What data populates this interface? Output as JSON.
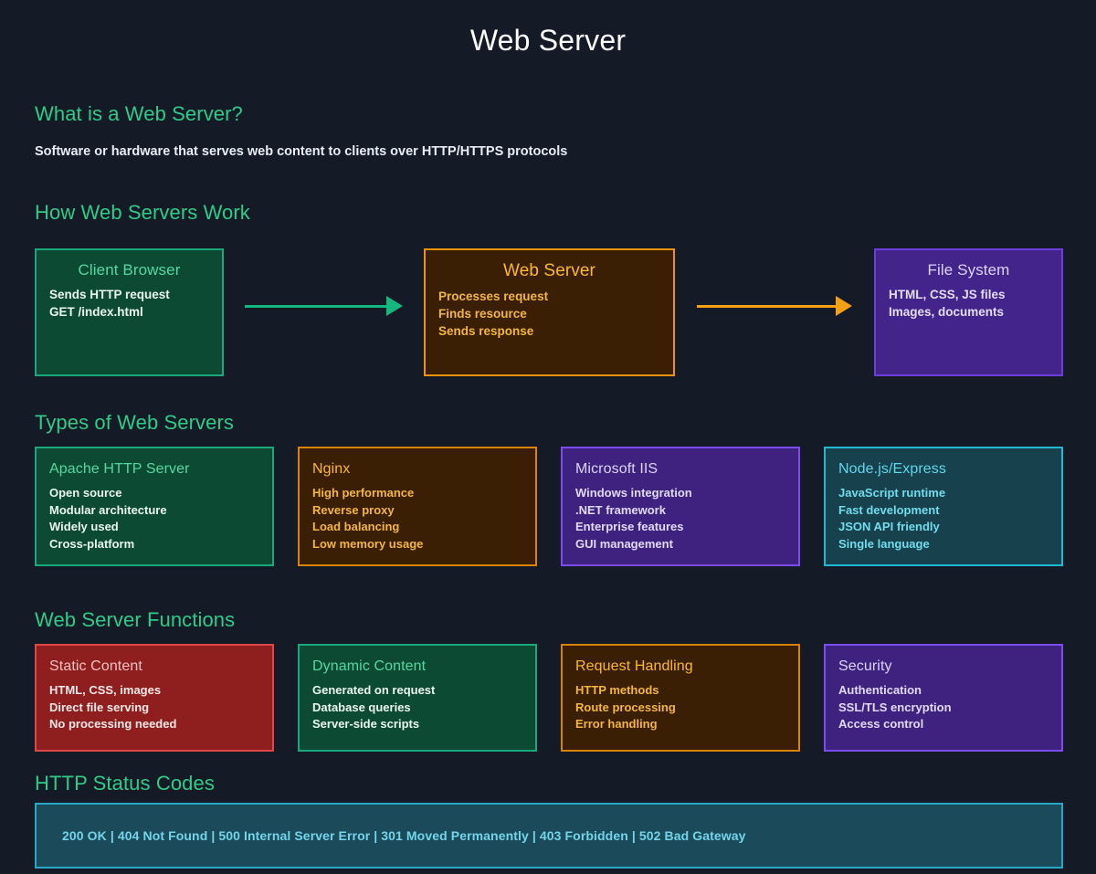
{
  "page": {
    "title": "Web Server",
    "background_color": "#141b27",
    "heading_color": "#2ecc87"
  },
  "intro": {
    "heading": "What is a Web Server?",
    "text": "Software or hardware that serves web content to clients over HTTP/HTTPS protocols"
  },
  "flow": {
    "heading": "How Web Servers Work",
    "boxes": [
      {
        "title": "Client Browser",
        "lines": [
          "Sends HTTP request",
          "GET /index.html"
        ],
        "fill": "#0d4a33",
        "border": "#1aa87a"
      },
      {
        "title": "Web Server",
        "lines": [
          "Processes request",
          "Finds resource",
          "Sends response"
        ],
        "fill": "#3a1f05",
        "border": "#f0930a"
      },
      {
        "title": "File System",
        "lines": [
          "HTML, CSS, JS files",
          "Images, documents"
        ],
        "fill": "#42248a",
        "border": "#6d3ddd"
      }
    ],
    "arrows": [
      {
        "name": "arrow-browser-to-server",
        "color": "#14b87f"
      },
      {
        "name": "arrow-server-to-filesystem",
        "color": "#f5a012"
      }
    ]
  },
  "types": {
    "heading": "Types of Web Servers",
    "cards": [
      {
        "title": "Apache HTTP Server",
        "lines": [
          "Open source",
          "Modular architecture",
          "Widely used",
          "Cross-platform"
        ],
        "fill": "#0d4a33",
        "border": "#1aa87a"
      },
      {
        "title": "Nginx",
        "lines": [
          "High performance",
          "Reverse proxy",
          "Load balancing",
          "Low memory usage"
        ],
        "fill": "#3a1f05",
        "border": "#d9830b"
      },
      {
        "title": "Microsoft IIS",
        "lines": [
          "Windows integration",
          ".NET framework",
          "Enterprise features",
          "GUI management"
        ],
        "fill": "#3f2180",
        "border": "#7b4cf0"
      },
      {
        "title": "Node.js/Express",
        "lines": [
          "JavaScript runtime",
          "Fast development",
          "JSON API friendly",
          "Single language"
        ],
        "fill": "#16414d",
        "border": "#22b8d4"
      }
    ]
  },
  "functions": {
    "heading": "Web Server Functions",
    "cards": [
      {
        "title": "Static Content",
        "lines": [
          "HTML, CSS, images",
          "Direct file serving",
          "No processing needed"
        ],
        "fill": "#8f1f1f",
        "border": "#e04747"
      },
      {
        "title": "Dynamic Content",
        "lines": [
          "Generated on request",
          "Database queries",
          "Server-side scripts"
        ],
        "fill": "#0d4a33",
        "border": "#1aa87a"
      },
      {
        "title": "Request Handling",
        "lines": [
          "HTTP methods",
          "Route processing",
          "Error handling"
        ],
        "fill": "#3a1f05",
        "border": "#d9830b"
      },
      {
        "title": "Security",
        "lines": [
          "Authentication",
          "SSL/TLS encryption",
          "Access control"
        ],
        "fill": "#3f2180",
        "border": "#7b4cf0"
      }
    ]
  },
  "status_codes": {
    "heading": "HTTP Status Codes",
    "text": "200 OK | 404 Not Found | 500 Internal Server Error | 301 Moved Permanently | 403 Forbidden | 502 Bad Gateway",
    "fill": "#1b4a5a",
    "border": "#2aa7c4",
    "items": [
      "200 OK",
      "404 Not Found",
      "500 Internal Server Error",
      "301 Moved Permanently",
      "403 Forbidden",
      "502 Bad Gateway"
    ]
  }
}
